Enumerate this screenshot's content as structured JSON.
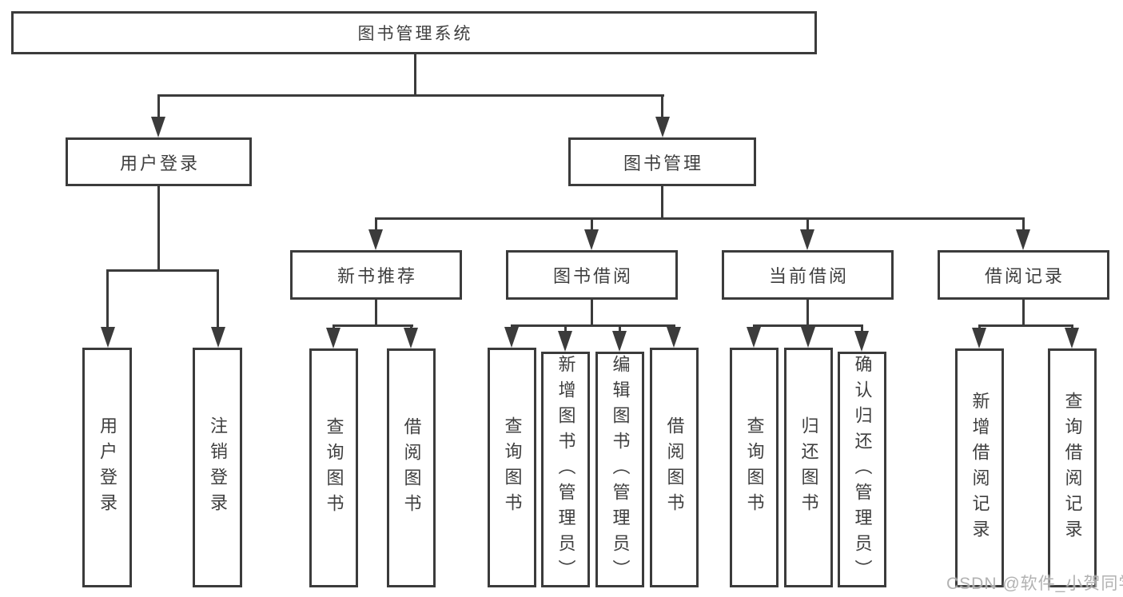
{
  "diagram": {
    "type": "hierarchy-tree",
    "title": "图书管理系统",
    "colors": {
      "line": "#3b3b3b",
      "box_border": "#3b3b3b",
      "box_background": "#ffffff",
      "text": "#3f3f3f",
      "watermark": "#a4a4a4",
      "page_background": "#ffffff"
    }
  },
  "watermark": {
    "text": "CSDN @软件_小贺同学"
  },
  "nodes": {
    "root": {
      "label": "图书管理系统"
    },
    "user_login": {
      "label": "用户登录"
    },
    "book_mgmt": {
      "label": "图书管理"
    },
    "new_book_rec": {
      "label": "新书推荐"
    },
    "book_borrow": {
      "label": "图书借阅"
    },
    "current_borrow": {
      "label": "当前借阅"
    },
    "borrow_record": {
      "label": "借阅记录"
    },
    "leaf_user_login": {
      "label": "用户登录"
    },
    "leaf_logout_login": {
      "label": "注销登录"
    },
    "leaf_query_book_rec": {
      "label": "查询图书"
    },
    "leaf_borrow_book_rec": {
      "label": "借阅图书"
    },
    "leaf_query_book_borrow": {
      "label": "查询图书"
    },
    "leaf_add_book_admin": {
      "label": "新增图书（管理员）"
    },
    "leaf_edit_book_admin": {
      "label": "编辑图书（管理员）"
    },
    "leaf_borrow_book_borrow": {
      "label": "借阅图书"
    },
    "leaf_query_book_current": {
      "label": "查询图书"
    },
    "leaf_return_book": {
      "label": "归还图书"
    },
    "leaf_confirm_return_admin": {
      "label": "确认归还（管理员）"
    },
    "leaf_add_borrow_record": {
      "label": "新增借阅记录"
    },
    "leaf_query_borrow_record": {
      "label": "查询借阅记录"
    }
  }
}
